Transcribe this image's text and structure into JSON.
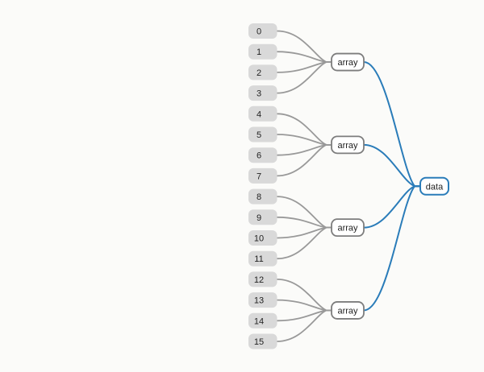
{
  "canvas": {
    "background": "#fbfbf9"
  },
  "graph": {
    "root": {
      "id": "data",
      "label": "data"
    },
    "arrays": [
      {
        "id": "array-0",
        "label": "array"
      },
      {
        "id": "array-1",
        "label": "array"
      },
      {
        "id": "array-2",
        "label": "array"
      },
      {
        "id": "array-3",
        "label": "array"
      }
    ],
    "leaves": [
      {
        "id": "0",
        "label": "0"
      },
      {
        "id": "1",
        "label": "1"
      },
      {
        "id": "2",
        "label": "2"
      },
      {
        "id": "3",
        "label": "3"
      },
      {
        "id": "4",
        "label": "4"
      },
      {
        "id": "5",
        "label": "5"
      },
      {
        "id": "6",
        "label": "6"
      },
      {
        "id": "7",
        "label": "7"
      },
      {
        "id": "8",
        "label": "8"
      },
      {
        "id": "9",
        "label": "9"
      },
      {
        "id": "10",
        "label": "10"
      },
      {
        "id": "11",
        "label": "11"
      },
      {
        "id": "12",
        "label": "12"
      },
      {
        "id": "13",
        "label": "13"
      },
      {
        "id": "14",
        "label": "14"
      },
      {
        "id": "15",
        "label": "15"
      }
    ],
    "leaf_to_array_edges": [
      [
        "0",
        "array-0"
      ],
      [
        "1",
        "array-0"
      ],
      [
        "2",
        "array-0"
      ],
      [
        "3",
        "array-0"
      ],
      [
        "4",
        "array-1"
      ],
      [
        "5",
        "array-1"
      ],
      [
        "6",
        "array-1"
      ],
      [
        "7",
        "array-1"
      ],
      [
        "8",
        "array-2"
      ],
      [
        "9",
        "array-2"
      ],
      [
        "10",
        "array-2"
      ],
      [
        "11",
        "array-2"
      ],
      [
        "12",
        "array-3"
      ],
      [
        "13",
        "array-3"
      ],
      [
        "14",
        "array-3"
      ],
      [
        "15",
        "array-3"
      ]
    ],
    "array_to_root_edges": [
      [
        "array-0",
        "data"
      ],
      [
        "array-1",
        "data"
      ],
      [
        "array-2",
        "data"
      ],
      [
        "array-3",
        "data"
      ]
    ]
  },
  "style": {
    "background": "#fbfbf9",
    "leaf_fill": "#d9d9d9",
    "leaf_text": "#1f1f1f",
    "node_fill": "#ffffff",
    "node_border": "#7d7d7d",
    "node_text": "#1f1f1f",
    "root_fill": "#ffffff",
    "root_border": "#2a7cb9",
    "root_text": "#1f1f1f",
    "edge_gray": "#999999",
    "edge_blue": "#2a7cb9"
  }
}
